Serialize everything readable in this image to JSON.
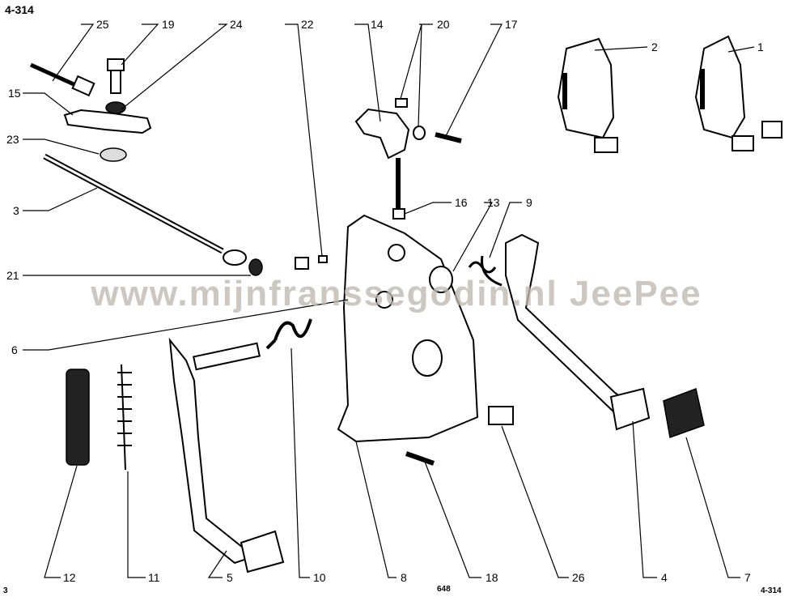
{
  "plate": {
    "code": "4-314",
    "page_left": "3",
    "page_number": "648",
    "code_bottom": "4-314"
  },
  "watermark": "www.mijnfranssegodin.nl  JeePee",
  "callouts": [
    {
      "id": "25",
      "label": "25"
    },
    {
      "id": "19",
      "label": "19"
    },
    {
      "id": "24",
      "label": "24"
    },
    {
      "id": "22",
      "label": "22"
    },
    {
      "id": "14",
      "label": "14"
    },
    {
      "id": "20",
      "label": "20"
    },
    {
      "id": "17",
      "label": "17"
    },
    {
      "id": "2",
      "label": "2"
    },
    {
      "id": "1",
      "label": "1"
    },
    {
      "id": "15",
      "label": "15"
    },
    {
      "id": "23",
      "label": "23"
    },
    {
      "id": "3",
      "label": "3"
    },
    {
      "id": "16",
      "label": "16"
    },
    {
      "id": "13",
      "label": "13"
    },
    {
      "id": "9",
      "label": "9"
    },
    {
      "id": "21",
      "label": "21"
    },
    {
      "id": "6",
      "label": "6"
    },
    {
      "id": "12",
      "label": "12"
    },
    {
      "id": "11",
      "label": "11"
    },
    {
      "id": "5",
      "label": "5"
    },
    {
      "id": "10",
      "label": "10"
    },
    {
      "id": "8",
      "label": "8"
    },
    {
      "id": "18",
      "label": "18"
    },
    {
      "id": "26",
      "label": "26"
    },
    {
      "id": "4",
      "label": "4"
    },
    {
      "id": "7",
      "label": "7"
    }
  ]
}
